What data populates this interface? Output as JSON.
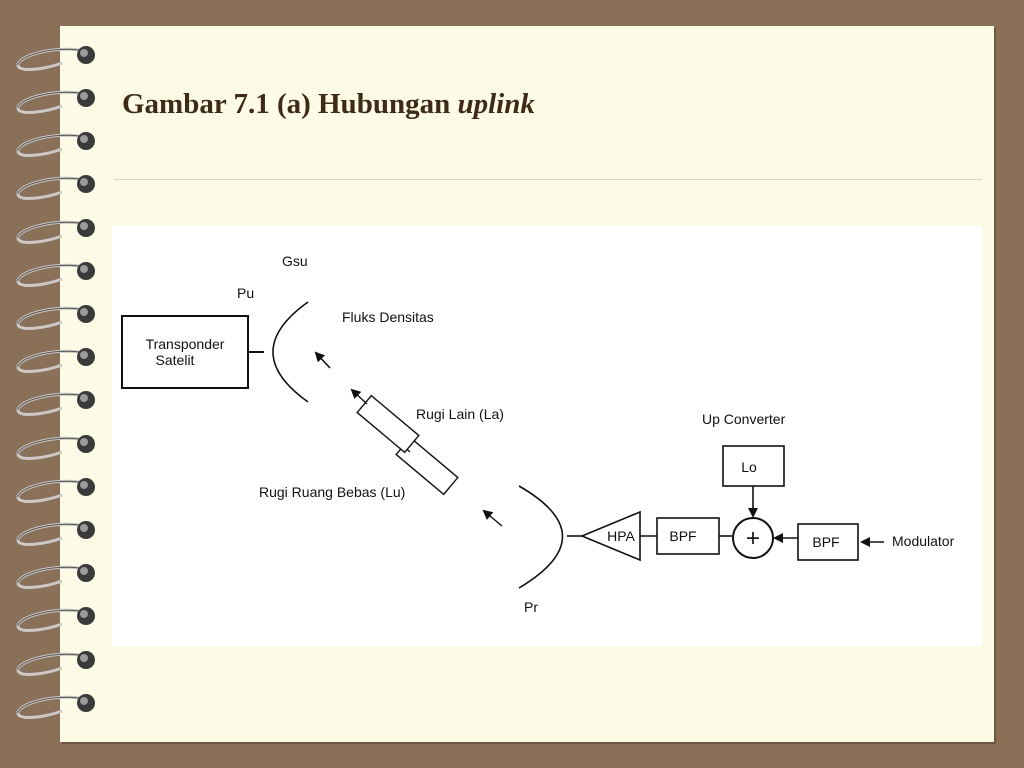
{
  "slide": {
    "title_prefix": "Gambar 7.1 (a) Hubungan ",
    "title_italic": "uplink"
  },
  "diagram": {
    "transponder_line1": "Transponder",
    "transponder_line2": "Satelit",
    "gsu_label": "Gsu",
    "pu_label": "Pu",
    "fluks_label": "Fluks Densitas",
    "rugi_lain_label": "Rugi Lain (La)",
    "rugi_ruang_label": "Rugi Ruang Bebas (Lu)",
    "pr_label": "Pr",
    "hpa_label": "HPA",
    "bpf1_label": "BPF",
    "mixer_label": "+",
    "bpf2_label": "BPF",
    "lo_label": "Lo",
    "up_converter_label": "Up Converter",
    "modulator_label": "Modulator"
  }
}
